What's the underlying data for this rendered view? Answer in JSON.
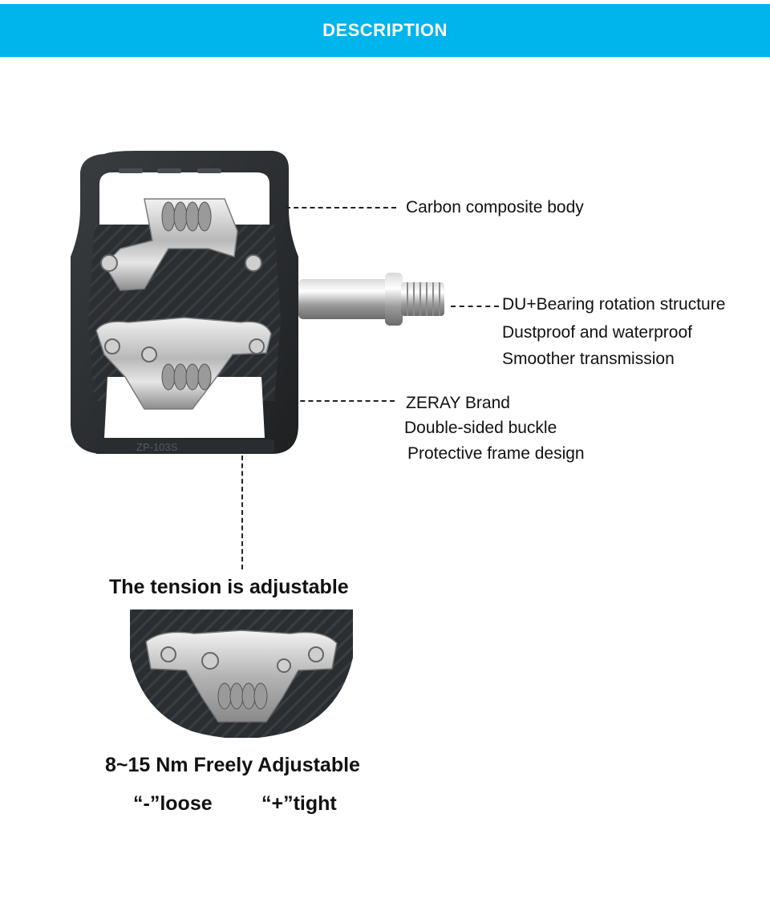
{
  "header": {
    "title": "DESCRIPTION",
    "background_color": "#00b4ec"
  },
  "callouts": {
    "body": "Carbon composite body",
    "bearing_1": "DU+Bearing rotation structure",
    "bearing_2": "Dustproof and waterproof",
    "bearing_3": "Smoother transmission",
    "brand_1": "ZERAY Brand",
    "brand_2": "Double-sided buckle",
    "brand_3": "Protective frame design"
  },
  "product": {
    "model_text": "ZP-103S"
  },
  "tension": {
    "title": "The tension is adjustable",
    "range": "8~15 Nm Freely Adjustable",
    "loose": "“-”loose",
    "tight": "“+”tight"
  }
}
